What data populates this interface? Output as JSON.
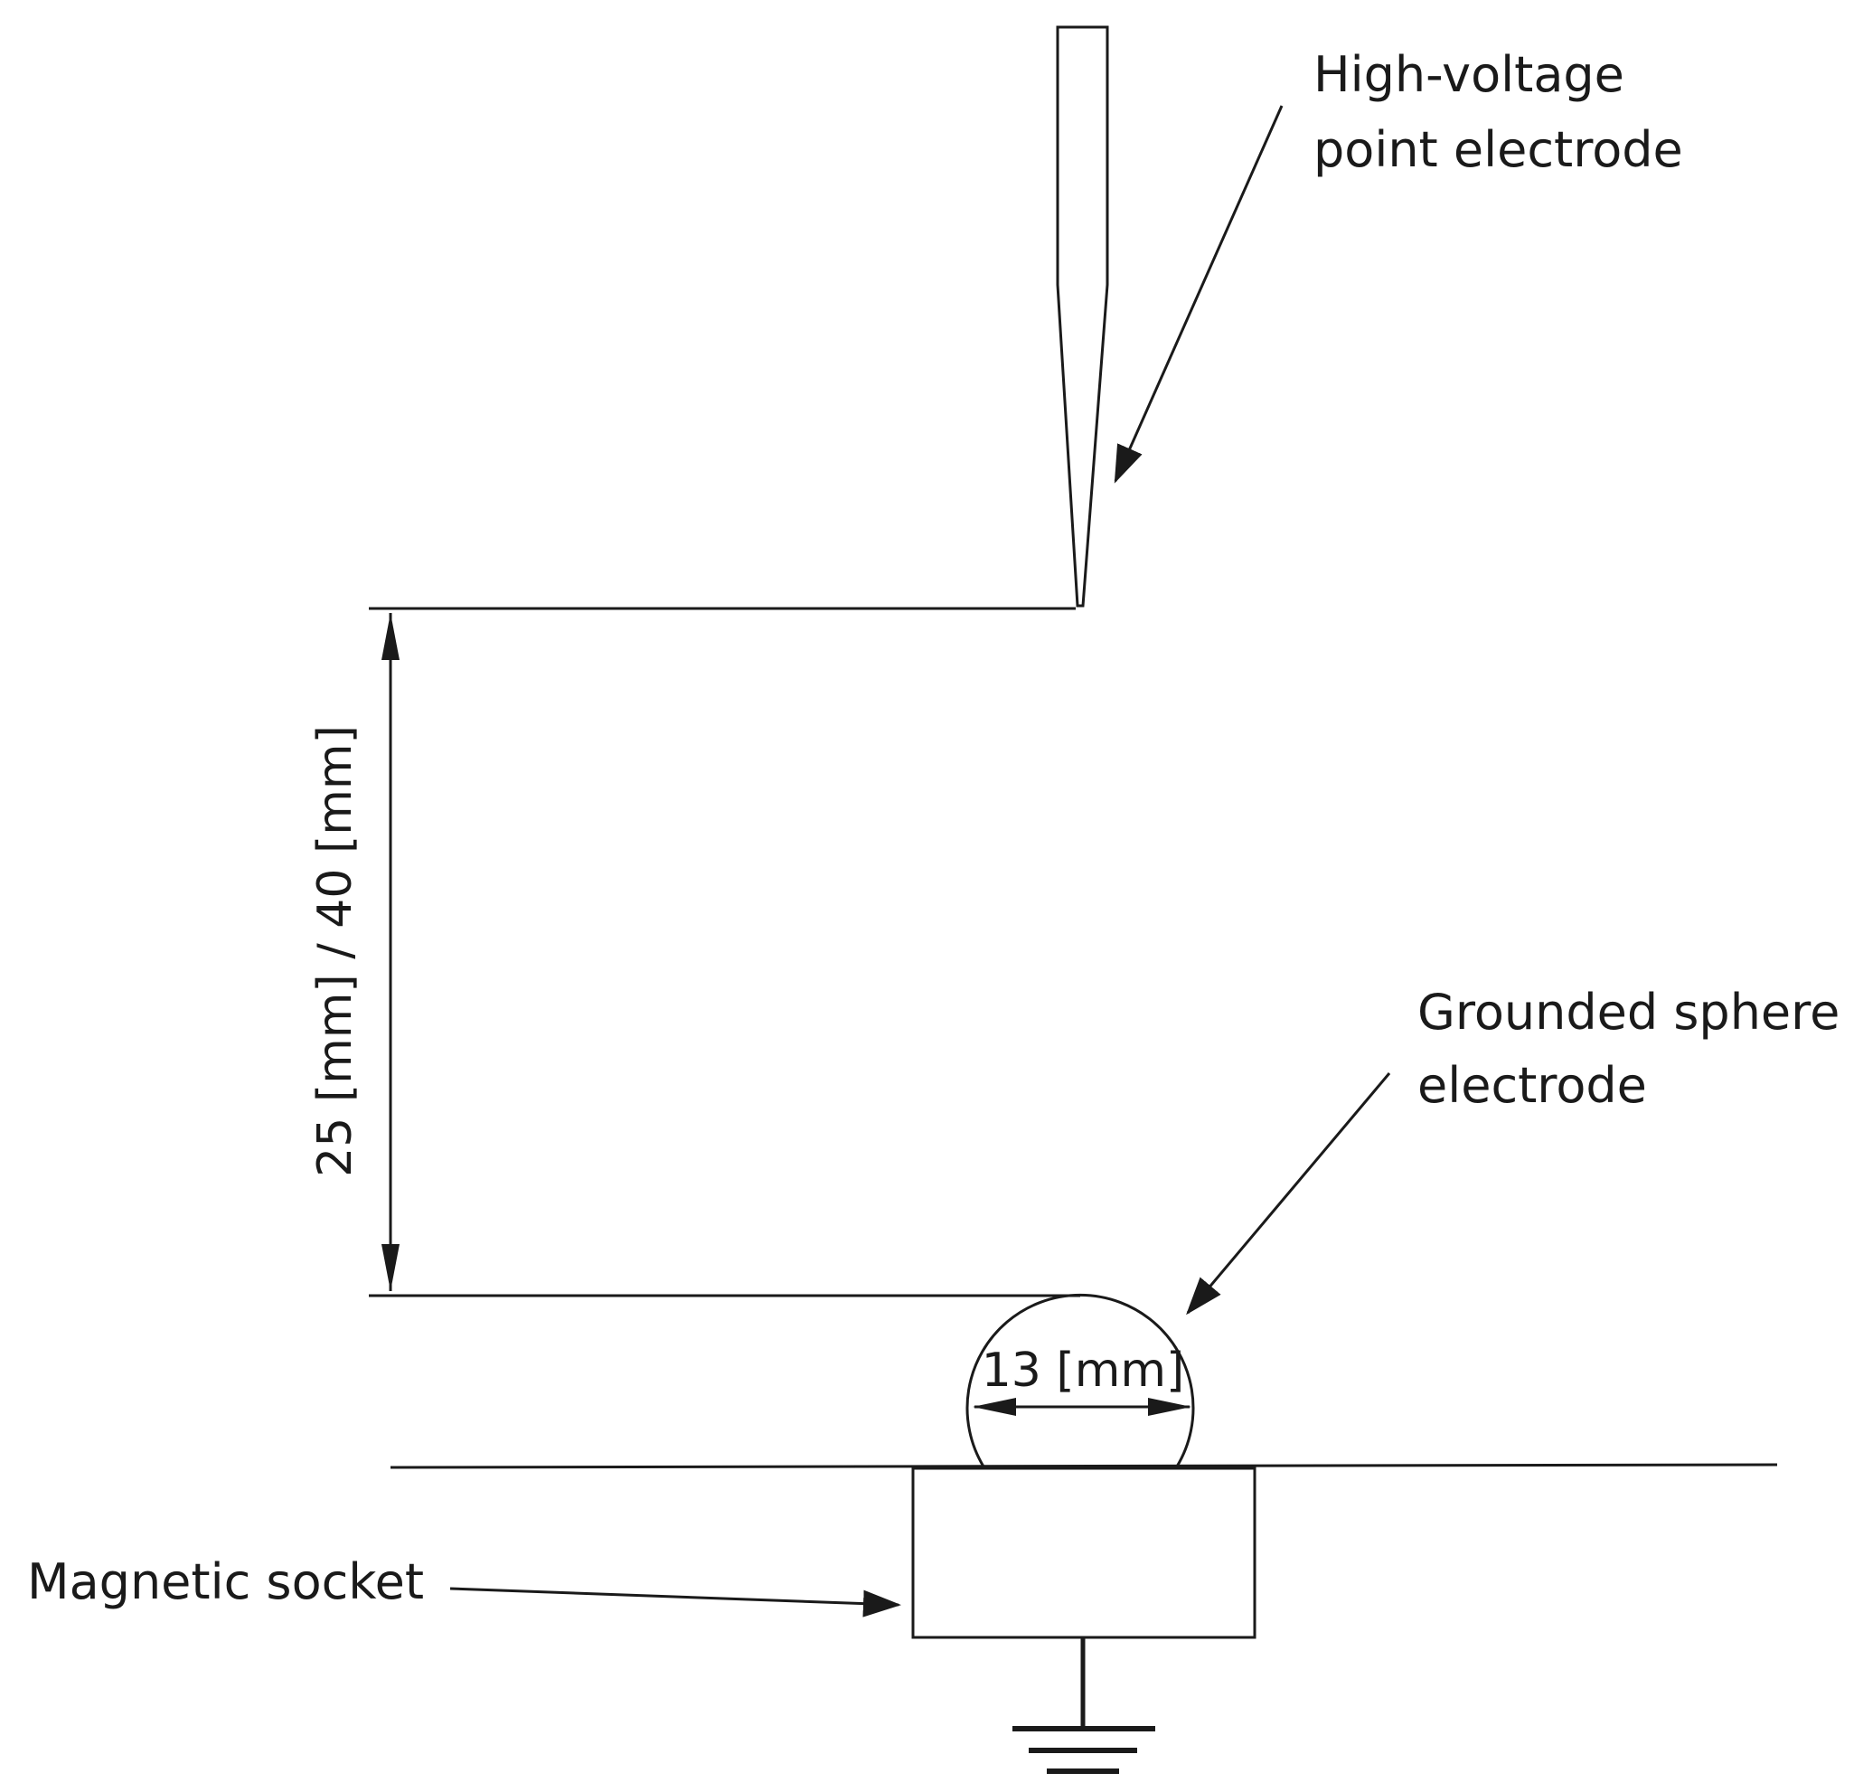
{
  "labels": {
    "hv_electrode_line1": "High-voltage",
    "hv_electrode_line2": "point electrode",
    "sphere_line1": "Grounded sphere",
    "sphere_line2": "electrode",
    "magnetic_socket": "Magnetic socket",
    "gap_distance": "25 [mm] / 40 [mm]",
    "sphere_diameter": "13 [mm]"
  }
}
